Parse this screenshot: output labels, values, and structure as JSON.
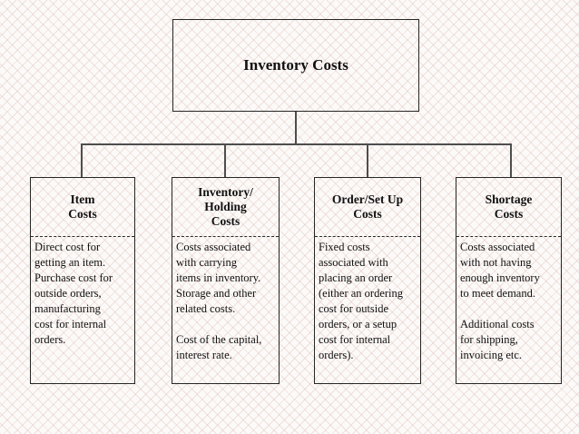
{
  "diagram": {
    "type": "hierarchy",
    "root": {
      "title": "Inventory Costs"
    },
    "children": [
      {
        "title": "Item\nCosts",
        "body": "Direct cost for\ngetting an item.\nPurchase cost for\noutside orders,\nmanufacturing\ncost for internal\norders."
      },
      {
        "title": "Inventory/\nHolding\nCosts",
        "body": "Costs associated\nwith carrying\nitems in inventory.\nStorage and other\nrelated costs.\n\nCost of the capital,\ninterest rate."
      },
      {
        "title": "Order/Set Up\nCosts",
        "body": "Fixed costs\nassociated with\nplacing an order\n(either an ordering\ncost for outside\norders, or a setup\ncost for internal\norders)."
      },
      {
        "title": "Shortage\nCosts",
        "body": "Costs associated\nwith not having\nenough inventory\nto meet demand.\n\nAdditional costs\nfor shipping,\ninvoicing etc."
      }
    ],
    "colors": {
      "box_border": "#262626",
      "connector": "#4d4d4d",
      "text": "#111111",
      "background": "#fcfaf8",
      "lattice_pattern": "#ddc0ba",
      "dashed_divider": "#2b2b2b"
    }
  }
}
